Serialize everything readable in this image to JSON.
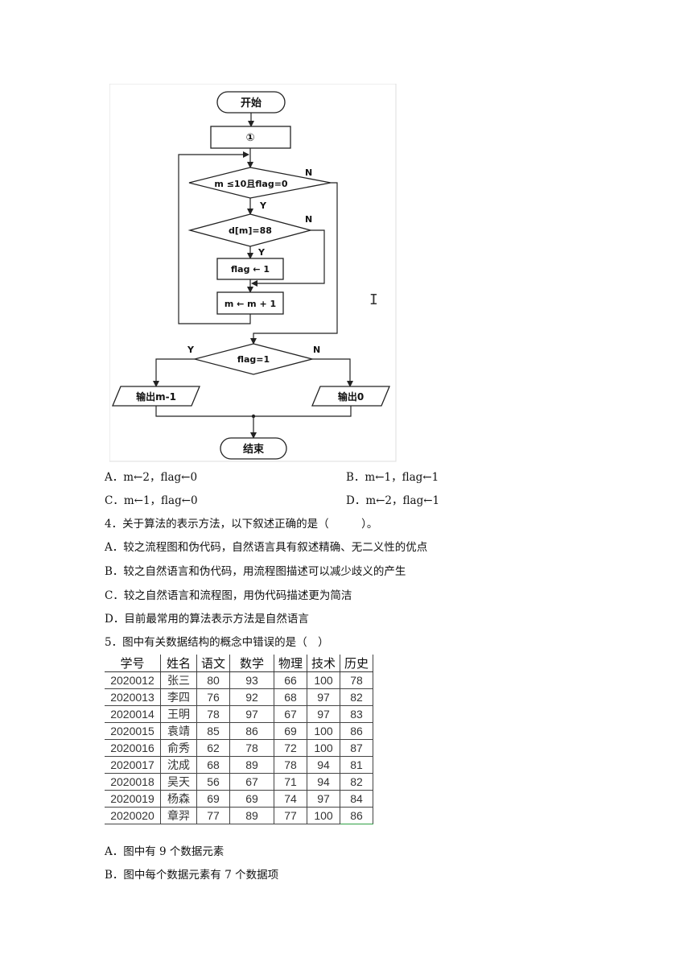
{
  "flowchart": {
    "start": "开始",
    "step1": "①",
    "cond_loop": "m ≤10且flag=0",
    "cond_d": "d[m]=88",
    "set_flag": "flag ← 1",
    "increment": "m ← m + 1",
    "cond_flag": "flag=1",
    "out_left": "输出m-1",
    "out_right": "输出0",
    "end": "结束",
    "yes": "Y",
    "no": "N"
  },
  "q3": {
    "optA": "A．m←2，flag←0",
    "optB": "B．m←1，flag←1",
    "optC": "C．m←1，flag←0",
    "optD": "D．m←2，flag←1"
  },
  "q4": {
    "stem": "4．关于算法的表示方法，以下叙述正确的是（　　　）。",
    "optA": "A．较之流程图和伪代码，自然语言具有叙述精确、无二义性的优点",
    "optB": "B．较之自然语言和伪代码，用流程图描述可以减少歧义的产生",
    "optC": "C．较之自然语言和流程图，用伪代码描述更为简洁",
    "optD": "D．目前最常用的算法表示方法是自然语言"
  },
  "q5": {
    "stem": "5．图中有关数据结构的概念中错误的是（　）",
    "optA": "A．图中有 9 个数据元素",
    "optB": "B．图中每个数据元素有 7 个数据项"
  },
  "table": {
    "headers": [
      "学号",
      "姓名",
      "语文",
      "数学",
      "物理",
      "技术",
      "历史"
    ],
    "rows": [
      [
        "2020012",
        "张三",
        "80",
        "93",
        "66",
        "100",
        "78"
      ],
      [
        "2020013",
        "李四",
        "76",
        "92",
        "68",
        "97",
        "82"
      ],
      [
        "2020014",
        "王明",
        "78",
        "97",
        "67",
        "97",
        "83"
      ],
      [
        "2020015",
        "袁靖",
        "85",
        "86",
        "69",
        "100",
        "86"
      ],
      [
        "2020016",
        "俞秀",
        "62",
        "78",
        "72",
        "100",
        "87"
      ],
      [
        "2020017",
        "沈成",
        "68",
        "89",
        "78",
        "94",
        "81"
      ],
      [
        "2020018",
        "吴天",
        "56",
        "67",
        "71",
        "94",
        "82"
      ],
      [
        "2020019",
        "杨森",
        "69",
        "69",
        "74",
        "97",
        "84"
      ],
      [
        "2020020",
        "章羿",
        "77",
        "89",
        "77",
        "100",
        "86"
      ]
    ]
  }
}
